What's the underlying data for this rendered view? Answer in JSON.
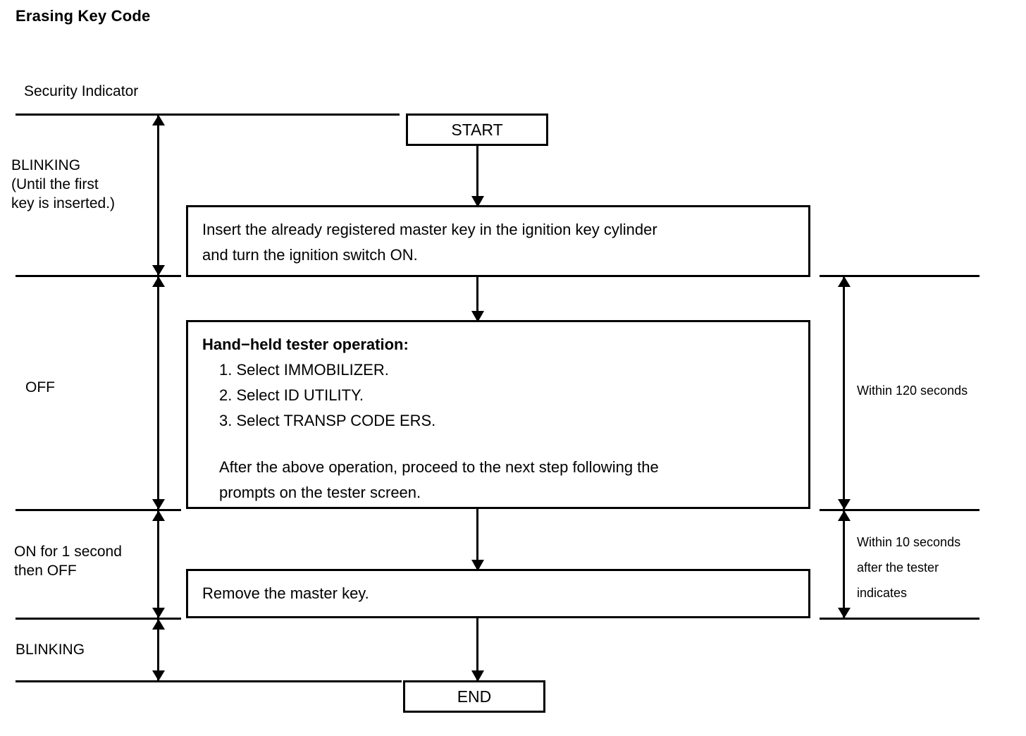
{
  "title": "Erasing Key Code",
  "indicator_column": {
    "header": "Security Indicator",
    "states": [
      {
        "id": "blinking-until-key",
        "text": "BLINKING\n(Until the first\nkey is inserted.)"
      },
      {
        "id": "off",
        "text": "OFF"
      },
      {
        "id": "on-1s-then-off",
        "text": "ON for 1 second\nthen OFF"
      },
      {
        "id": "blinking",
        "text": "BLINKING"
      }
    ]
  },
  "flow": {
    "start_label": "START",
    "end_label": "END",
    "step_insert_key": {
      "line1": "Insert the already registered master key in the ignition key cylinder",
      "line2": "and turn the ignition switch ON."
    },
    "step_tester": {
      "heading": "Hand−held tester operation:",
      "items": [
        "1. Select IMMOBILIZER.",
        "2. Select ID UTILITY.",
        "3. Select TRANSP CODE ERS."
      ],
      "note_line1": "After the above operation, proceed to the next step following the",
      "note_line2": "prompts on the tester screen."
    },
    "step_remove_key": {
      "line1": "Remove the master key."
    }
  },
  "timing_notes": [
    {
      "id": "within-120-seconds",
      "text": "Within 120 seconds"
    },
    {
      "id": "within-10-seconds",
      "text": "Within 10 seconds\nafter the tester\nindicates"
    }
  ],
  "colors": {
    "ink": "#000000",
    "paper": "#ffffff"
  }
}
